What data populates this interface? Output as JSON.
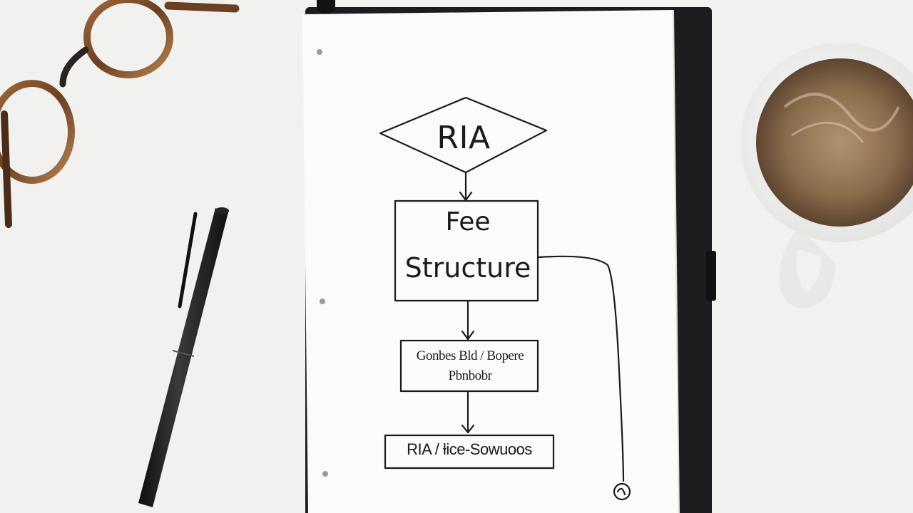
{
  "diagram": {
    "top_node": {
      "label": "RIA"
    },
    "fee_node": {
      "line1": "Fee",
      "line2": "Structure"
    },
    "middle_node": {
      "line1": "Gonbes Bld / Bopere",
      "line2": "Pbnbobr"
    },
    "bottom_node": {
      "label": "RIA / ƚice-Sowuoos"
    }
  },
  "colors": {
    "background": "#f1f1ef",
    "paper": "#fbfbfa",
    "ink": "#1b1b1b",
    "binder": "#1d1d1f",
    "coffee": "#8a6b4c"
  }
}
